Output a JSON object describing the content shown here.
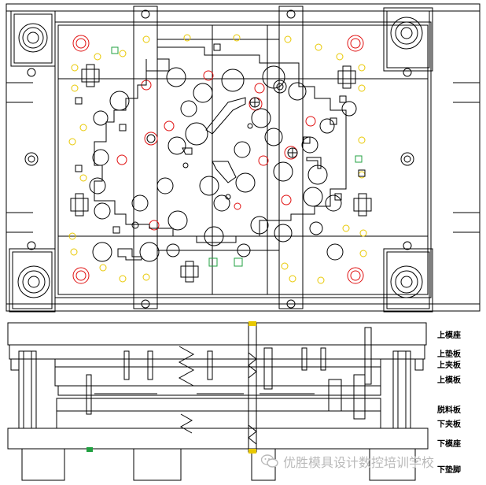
{
  "section_view": {
    "labels": [
      {
        "key": "upper_die_base",
        "text": "上模座"
      },
      {
        "key": "upper_backing_plate",
        "text": "上垫板"
      },
      {
        "key": "upper_clamp_plate",
        "text": "上夹板"
      },
      {
        "key": "upper_stripper_plate",
        "text": "上模板"
      },
      {
        "key": "stripper_plate",
        "text": "脱料板"
      },
      {
        "key": "lower_clamp_plate",
        "text": "下夹板"
      },
      {
        "key": "lower_die_base",
        "text": "下模座"
      },
      {
        "key": "lower_foot",
        "text": "下垫脚"
      }
    ]
  },
  "watermark": {
    "text": "优胜模具设计数控培训学校",
    "icon": "wechat-icon"
  },
  "colors": {
    "line": "#000000",
    "red": "#e01010",
    "yellow": "#e8c800",
    "green": "#20a040",
    "watermark": "#b9b9b9"
  }
}
